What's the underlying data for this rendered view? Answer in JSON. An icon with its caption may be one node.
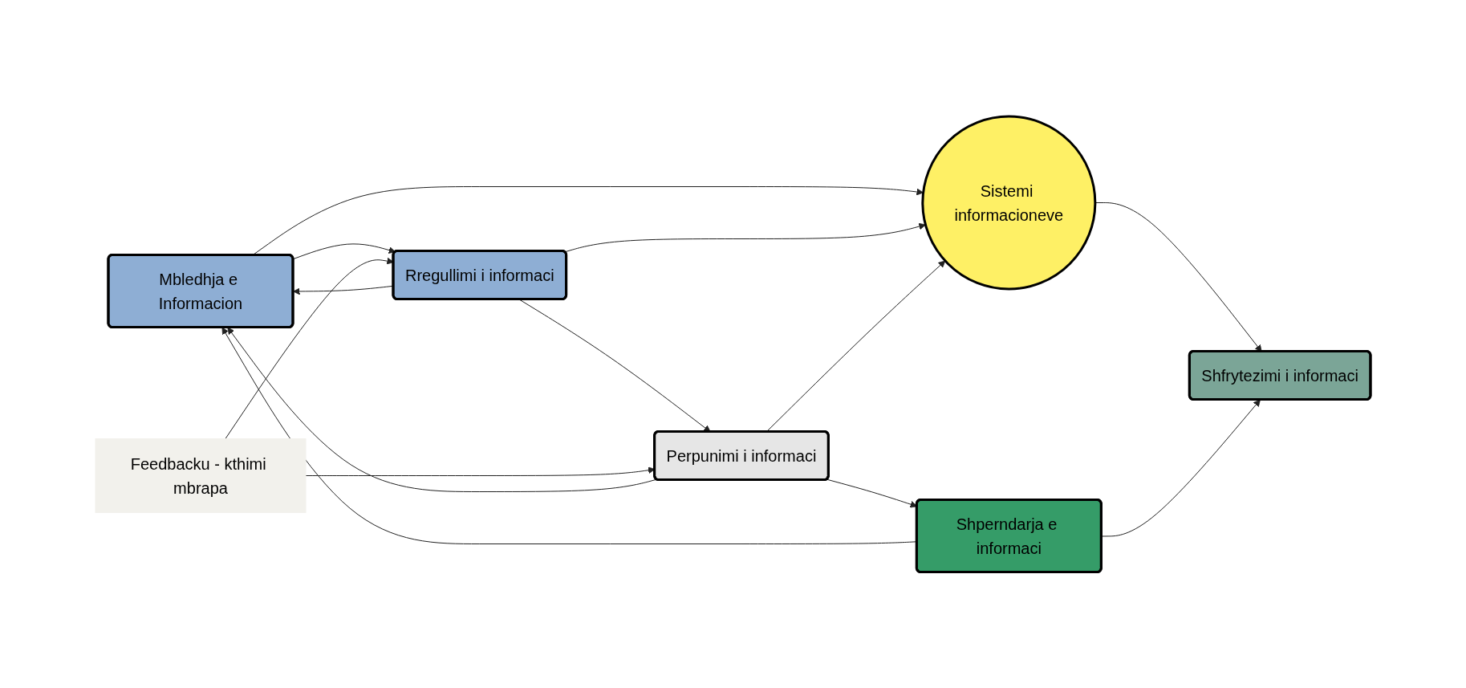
{
  "diagram": {
    "nodes": [
      {
        "text": [
          "Sistemi informacioneve"
        ]
      },
      {
        "text": [
          "Mbledhja e Informacion"
        ]
      },
      {
        "text": [
          "Rregullimi i informaci"
        ]
      },
      {
        "text": [
          "Perpunimi i informaci"
        ]
      },
      {
        "text": [
          "Shperndarja e informaci"
        ]
      },
      {
        "text": [
          "Shfrytezimi i informaci"
        ]
      },
      {
        "text": [
          "Feedbacku - kthimi mbrapa"
        ]
      }
    ],
    "edges": [
      {
        "from": 1,
        "to": 0,
        "arrow": "to"
      },
      {
        "from": 2,
        "to": 0,
        "arrow": "to"
      },
      {
        "from": 3,
        "to": 0,
        "arrow": "to"
      },
      {
        "from": 0,
        "to": 5,
        "arrow": "to"
      },
      {
        "from": 1,
        "to": 2,
        "arrow": "to"
      },
      {
        "from": 2,
        "to": 3,
        "arrow": "to"
      },
      {
        "from": 3,
        "to": 4,
        "arrow": "to"
      },
      {
        "from": 4,
        "to": 5,
        "arrow": "to"
      },
      {
        "from": 2,
        "to": 1,
        "arrow": "to"
      },
      {
        "from": 3,
        "to": 1,
        "arrow": "to"
      },
      {
        "from": 4,
        "to": 1,
        "arrow": "to"
      },
      {
        "from": 6,
        "to": 2,
        "arrow": "to"
      },
      {
        "from": 6,
        "to": 3,
        "arrow": "to"
      }
    ]
  }
}
